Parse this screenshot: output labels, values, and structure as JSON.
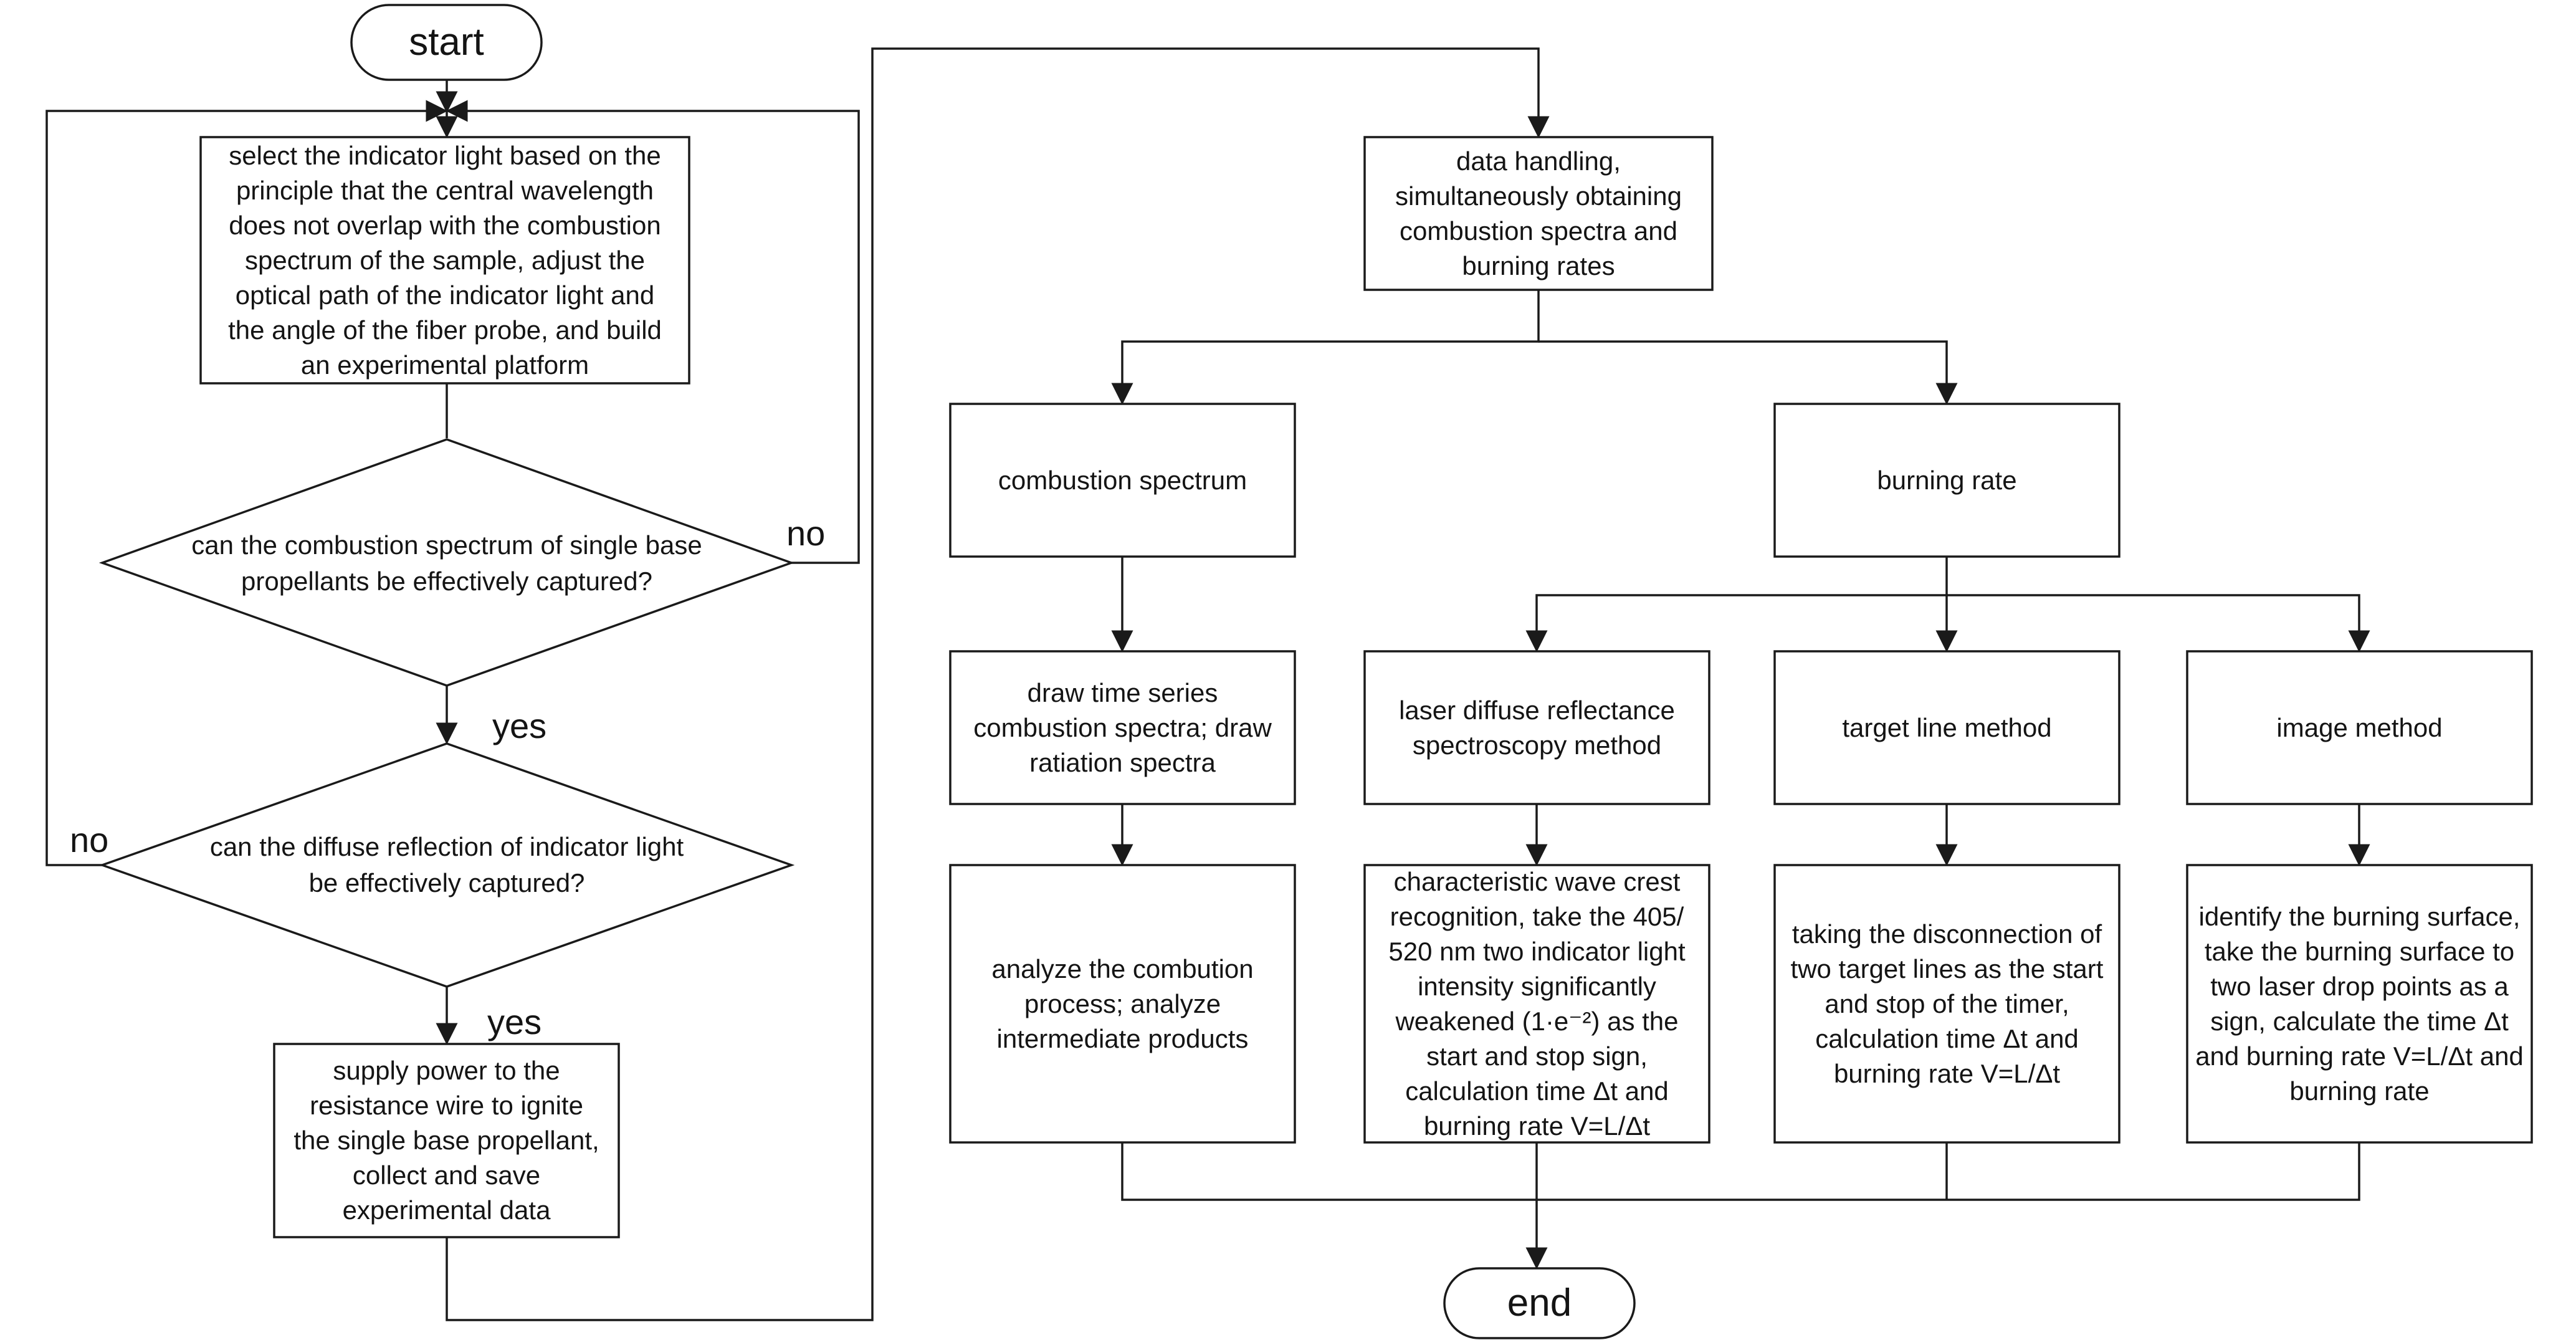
{
  "nodes": {
    "start": "start",
    "select_light": "select the indicator light based on the principle that the central wavelength does not overlap with the combustion spectrum of the sample, adjust the optical path of the indicator light and the angle of the fiber probe, and build an experimental platform",
    "decision_spectrum": "can the combustion spectrum of single base propellants be effectively captured?",
    "decision_reflection": "can the diffuse reflection of indicator light be effectively captured?",
    "supply_power": "supply power to the resistance wire to ignite the single base propellant, collect and save experimental data",
    "data_handling": "data handling, simultaneously obtaining combustion spectra and burning rates",
    "combustion_spectrum": "combustion spectrum",
    "burning_rate": "burning rate",
    "draw_spectra": "draw time series combustion spectra; draw ratiation spectra",
    "analyze": "analyze the combution process; analyze intermediate products",
    "laser_method": "laser diffuse reflectance spectroscopy method",
    "target_method": "target line method",
    "image_method": "image method",
    "laser_detail": "characteristic wave crest recognition, take the 405/ 520 nm two indicator light intensity significantly weakened (1·e⁻²) as the start and stop sign, calculation time Δt and burning rate V=L/Δt",
    "target_detail": "taking the disconnection of two target lines as the start and stop of the timer, calculation time Δt and burning rate V=L/Δt",
    "image_detail": "identify the burning surface, take the burning surface to two laser drop points as a sign, calculate the time Δt and burning rate V=L/Δt and burning rate",
    "end": "end"
  },
  "labels": {
    "no_1": "no",
    "yes_1": "yes",
    "no_2": "no",
    "yes_2": "yes"
  },
  "colors": {
    "line": "#1a1a1a",
    "text": "#141414",
    "background": "#ffffff"
  }
}
